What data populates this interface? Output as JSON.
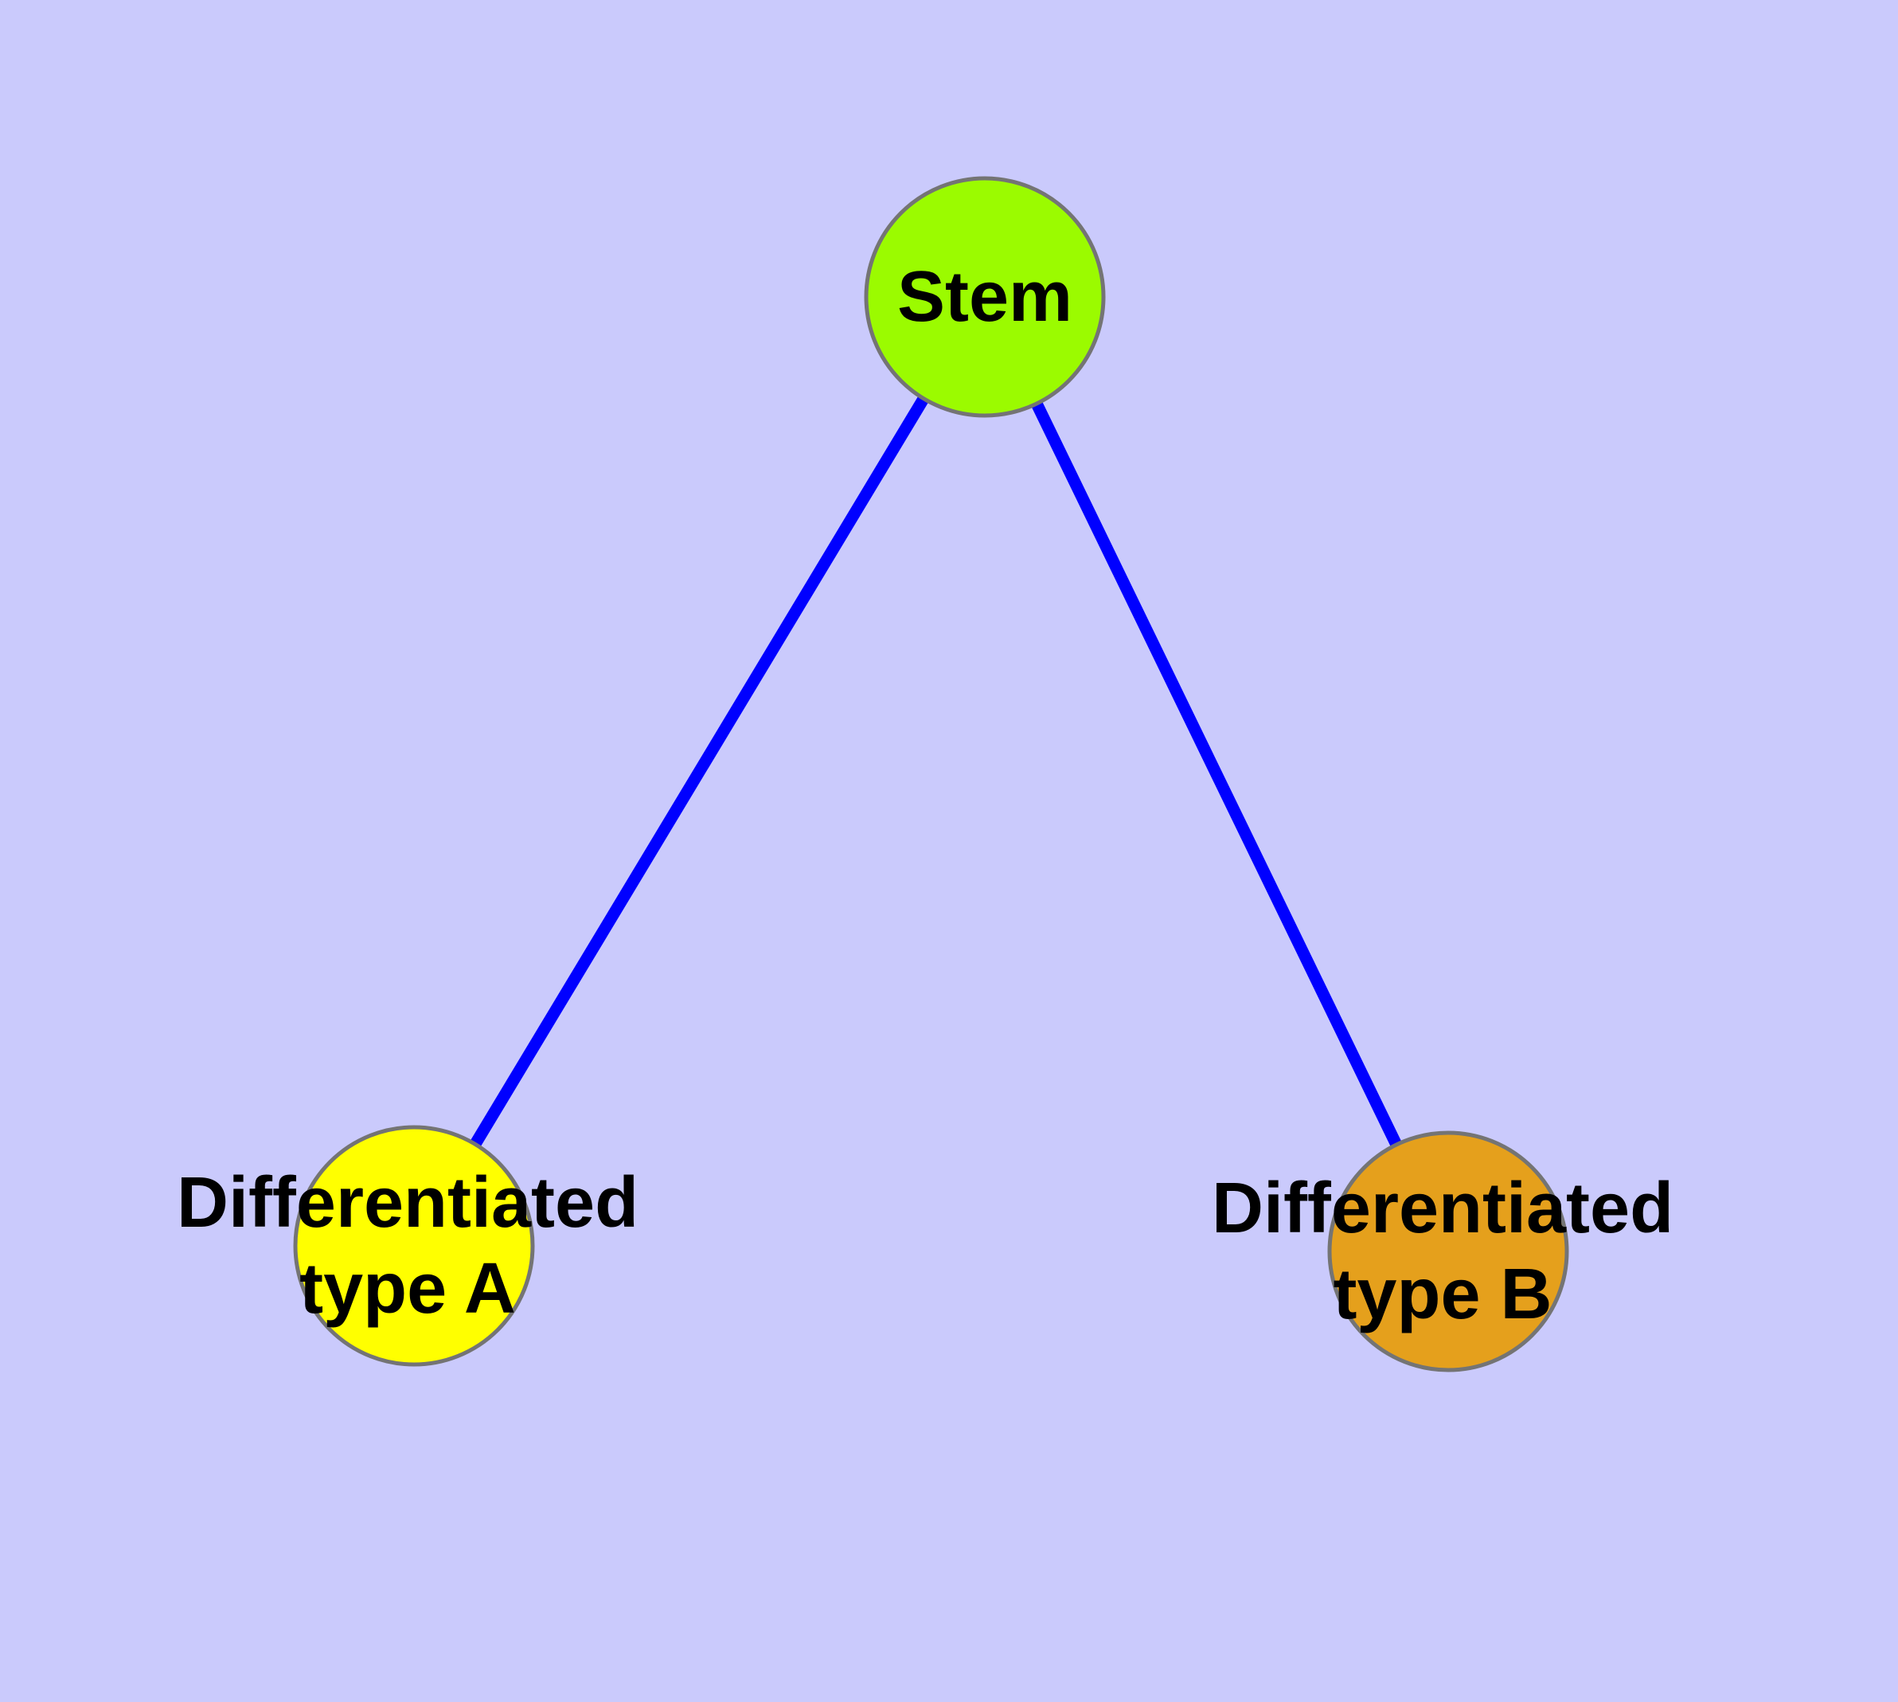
{
  "diagram": {
    "background_color": "#cacafc",
    "edge_color": "#0000ff",
    "node_border_color": "#747474",
    "label_color": "#000000",
    "nodes": [
      {
        "id": "stem",
        "label": "Stem",
        "fill": "#9bfb00"
      },
      {
        "id": "differentiated-type-a",
        "label": "Differentiated\ntype A",
        "fill": "#ffff00"
      },
      {
        "id": "differentiated-type-b",
        "label": "Differentiated\ntype B",
        "fill": "#e5a01c"
      }
    ],
    "edges": [
      {
        "from": "stem",
        "to": "differentiated-type-a"
      },
      {
        "from": "stem",
        "to": "differentiated-type-b"
      }
    ]
  }
}
